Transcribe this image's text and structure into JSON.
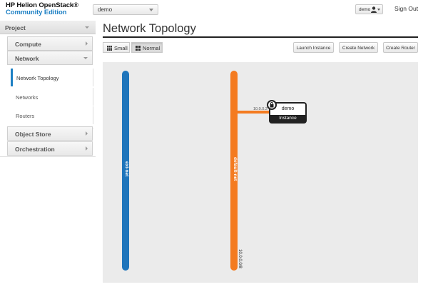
{
  "header": {
    "brand_line1": "HP Helion OpenStack®",
    "brand_line2": "Community Edition",
    "project_selector": "demo",
    "user_menu": "demo",
    "sign_out": "Sign Out"
  },
  "sidebar": {
    "project": "Project",
    "compute": "Compute",
    "network": "Network",
    "network_items": [
      "Network Topology",
      "Networks",
      "Routers"
    ],
    "object_store": "Object Store",
    "orchestration": "Orchestration"
  },
  "main": {
    "title": "Network Topology",
    "size_small": "Small",
    "size_normal": "Normal",
    "launch_instance": "Launch Instance",
    "create_network": "Create Network",
    "create_router": "Create Router"
  },
  "topology": {
    "networks": [
      {
        "name": "ext-net",
        "color": "#1f75bb",
        "cidr": ""
      },
      {
        "name": "default-net",
        "color": "#f47b20",
        "cidr": "10.0.0.0/8"
      }
    ],
    "instance": {
      "name": "demo",
      "type": "Instance",
      "ip": "10.0.0.2"
    }
  },
  "colors": {
    "accent": "#1d80c4",
    "ext_net": "#1f75bb",
    "default_net": "#f47b20"
  }
}
